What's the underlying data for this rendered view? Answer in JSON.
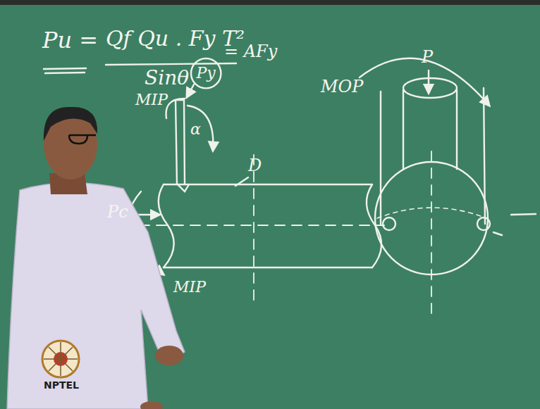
{
  "diagram": {
    "nodes": [
      {
        "text": [
          "Py"
        ]
      }
    ],
    "labels": [
      "Pu =",
      "Qf Qu . Fy T²",
      "Sinθ",
      "= AFy",
      "MIP",
      "α",
      "D",
      "Pc",
      "MIP",
      "MOP",
      "P",
      "NPTEL"
    ]
  }
}
